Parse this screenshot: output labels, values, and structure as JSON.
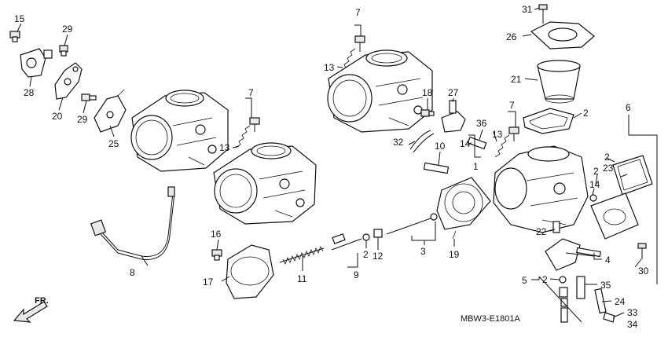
{
  "diagram": {
    "code": "MBW3-E1801A",
    "direction_label": "FR.",
    "callouts": [
      "15",
      "29",
      "28",
      "20",
      "29",
      "25",
      "13",
      "7",
      "1",
      "8",
      "16",
      "17",
      "11",
      "2",
      "12",
      "9",
      "3",
      "19",
      "13",
      "7",
      "18",
      "27",
      "32",
      "36",
      "14",
      "10",
      "13",
      "7",
      "31",
      "26",
      "21",
      "2",
      "6",
      "2",
      "23",
      "2",
      "14",
      "22",
      "4",
      "5",
      "2",
      "35",
      "24",
      "33",
      "34",
      "30"
    ]
  }
}
